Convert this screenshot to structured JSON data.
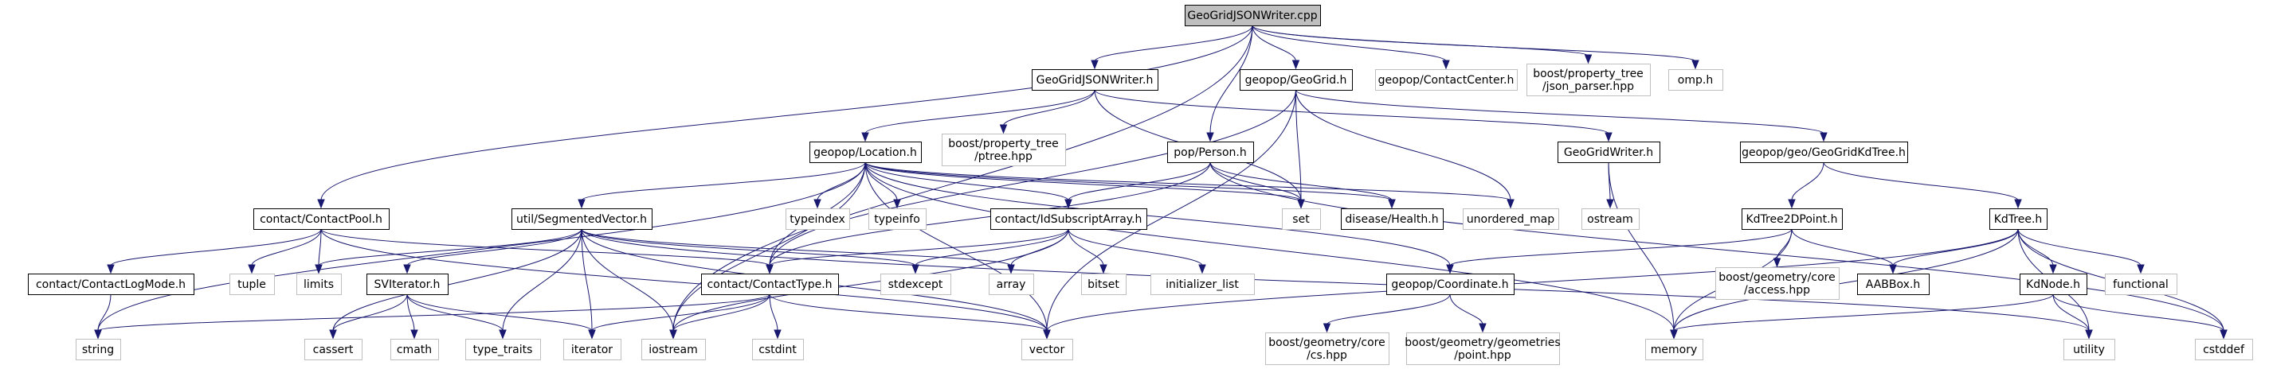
{
  "graph": {
    "nodes": [
      {
        "id": "root",
        "lines": [
          "GeoGridJSONWriter.cpp"
        ],
        "style": "root"
      },
      {
        "id": "GeoGridJSONWriter_h",
        "lines": [
          "GeoGridJSONWriter.h"
        ],
        "style": "doc"
      },
      {
        "id": "GeoGrid_h",
        "lines": [
          "geopop/GeoGrid.h"
        ],
        "style": "doc"
      },
      {
        "id": "ContactCenter_h",
        "lines": [
          "geopop/ContactCenter.h"
        ],
        "style": "ext"
      },
      {
        "id": "json_parser",
        "lines": [
          "boost/property_tree",
          "/json_parser.hpp"
        ],
        "style": "ext"
      },
      {
        "id": "omp_h",
        "lines": [
          "omp.h"
        ],
        "style": "ext"
      },
      {
        "id": "ContactPool_h",
        "lines": [
          "contact/ContactPool.h"
        ],
        "style": "doc"
      },
      {
        "id": "Location_h",
        "lines": [
          "geopop/Location.h"
        ],
        "style": "doc"
      },
      {
        "id": "ptree",
        "lines": [
          "boost/property_tree",
          "/ptree.hpp"
        ],
        "style": "ext"
      },
      {
        "id": "Person_h",
        "lines": [
          "pop/Person.h"
        ],
        "style": "doc"
      },
      {
        "id": "GeoGridWriter_h",
        "lines": [
          "GeoGridWriter.h"
        ],
        "style": "doc"
      },
      {
        "id": "GeoGridKdTree_h",
        "lines": [
          "geopop/geo/GeoGridKdTree.h"
        ],
        "style": "doc"
      },
      {
        "id": "SegmentedVector_h",
        "lines": [
          "util/SegmentedVector.h"
        ],
        "style": "doc"
      },
      {
        "id": "typeindex",
        "lines": [
          "typeindex"
        ],
        "style": "ext"
      },
      {
        "id": "typeinfo",
        "lines": [
          "typeinfo"
        ],
        "style": "ext"
      },
      {
        "id": "IdSubscriptArray_h",
        "lines": [
          "contact/IdSubscriptArray.h"
        ],
        "style": "doc"
      },
      {
        "id": "set",
        "lines": [
          "set"
        ],
        "style": "ext"
      },
      {
        "id": "Health_h",
        "lines": [
          "disease/Health.h"
        ],
        "style": "doc"
      },
      {
        "id": "unordered_map",
        "lines": [
          "unordered_map"
        ],
        "style": "ext"
      },
      {
        "id": "ostream",
        "lines": [
          "ostream"
        ],
        "style": "ext"
      },
      {
        "id": "KdTree2DPoint_h",
        "lines": [
          "KdTree2DPoint.h"
        ],
        "style": "doc"
      },
      {
        "id": "KdTree_h",
        "lines": [
          "KdTree.h"
        ],
        "style": "doc"
      },
      {
        "id": "ContactLogMode_h",
        "lines": [
          "contact/ContactLogMode.h"
        ],
        "style": "doc"
      },
      {
        "id": "tuple",
        "lines": [
          "tuple"
        ],
        "style": "ext"
      },
      {
        "id": "limits",
        "lines": [
          "limits"
        ],
        "style": "ext"
      },
      {
        "id": "SVIterator_h",
        "lines": [
          "SVIterator.h"
        ],
        "style": "doc"
      },
      {
        "id": "ContactType_h",
        "lines": [
          "contact/ContactType.h"
        ],
        "style": "doc"
      },
      {
        "id": "stdexcept",
        "lines": [
          "stdexcept"
        ],
        "style": "ext"
      },
      {
        "id": "array",
        "lines": [
          "array"
        ],
        "style": "ext"
      },
      {
        "id": "bitset",
        "lines": [
          "bitset"
        ],
        "style": "ext"
      },
      {
        "id": "initializer_list",
        "lines": [
          "initializer_list"
        ],
        "style": "ext"
      },
      {
        "id": "Coordinate_h",
        "lines": [
          "geopop/Coordinate.h"
        ],
        "style": "doc"
      },
      {
        "id": "access_hpp",
        "lines": [
          "boost/geometry/core",
          "/access.hpp"
        ],
        "style": "ext"
      },
      {
        "id": "AABBox_h",
        "lines": [
          "AABBox.h"
        ],
        "style": "doc"
      },
      {
        "id": "functional",
        "lines": [
          "functional"
        ],
        "style": "ext"
      },
      {
        "id": "KdNode_h",
        "lines": [
          "KdNode.h"
        ],
        "style": "doc"
      },
      {
        "id": "string",
        "lines": [
          "string"
        ],
        "style": "ext"
      },
      {
        "id": "cassert",
        "lines": [
          "cassert"
        ],
        "style": "ext"
      },
      {
        "id": "cmath",
        "lines": [
          "cmath"
        ],
        "style": "ext"
      },
      {
        "id": "type_traits",
        "lines": [
          "type_traits"
        ],
        "style": "ext"
      },
      {
        "id": "iterator",
        "lines": [
          "iterator"
        ],
        "style": "ext"
      },
      {
        "id": "iostream",
        "lines": [
          "iostream"
        ],
        "style": "ext"
      },
      {
        "id": "cstdint",
        "lines": [
          "cstdint"
        ],
        "style": "ext"
      },
      {
        "id": "vector",
        "lines": [
          "vector"
        ],
        "style": "ext"
      },
      {
        "id": "cs_hpp",
        "lines": [
          "boost/geometry/core",
          "/cs.hpp"
        ],
        "style": "ext"
      },
      {
        "id": "point_hpp",
        "lines": [
          "boost/geometry/geometries",
          "/point.hpp"
        ],
        "style": "ext"
      },
      {
        "id": "memory",
        "lines": [
          "memory"
        ],
        "style": "ext"
      },
      {
        "id": "utility",
        "lines": [
          "utility"
        ],
        "style": "ext"
      },
      {
        "id": "cstddef",
        "lines": [
          "cstddef"
        ],
        "style": "ext"
      }
    ],
    "edges": [
      [
        "root",
        "GeoGridJSONWriter_h"
      ],
      [
        "root",
        "GeoGrid_h"
      ],
      [
        "root",
        "ContactCenter_h"
      ],
      [
        "root",
        "json_parser"
      ],
      [
        "root",
        "omp_h"
      ],
      [
        "root",
        "ContactPool_h"
      ],
      [
        "root",
        "Person_h"
      ],
      [
        "root",
        "iostream"
      ],
      [
        "GeoGridJSONWriter_h",
        "Location_h"
      ],
      [
        "GeoGridJSONWriter_h",
        "ptree"
      ],
      [
        "GeoGridJSONWriter_h",
        "GeoGridWriter_h"
      ],
      [
        "GeoGridJSONWriter_h",
        "set"
      ],
      [
        "GeoGrid_h",
        "GeoGridKdTree_h"
      ],
      [
        "GeoGrid_h",
        "set"
      ],
      [
        "GeoGrid_h",
        "unordered_map"
      ],
      [
        "GeoGrid_h",
        "ContactType_h"
      ],
      [
        "GeoGrid_h",
        "vector"
      ],
      [
        "Location_h",
        "SegmentedVector_h"
      ],
      [
        "Location_h",
        "typeindex"
      ],
      [
        "Location_h",
        "typeinfo"
      ],
      [
        "Location_h",
        "IdSubscriptArray_h"
      ],
      [
        "Location_h",
        "set"
      ],
      [
        "Location_h",
        "Health_h"
      ],
      [
        "Location_h",
        "unordered_map"
      ],
      [
        "Location_h",
        "string"
      ],
      [
        "Location_h",
        "ContactType_h"
      ],
      [
        "Location_h",
        "Coordinate_h"
      ],
      [
        "Location_h",
        "iostream"
      ],
      [
        "Location_h",
        "vector"
      ],
      [
        "Location_h",
        "memory"
      ],
      [
        "Person_h",
        "IdSubscriptArray_h"
      ],
      [
        "Person_h",
        "ContactType_h"
      ],
      [
        "Person_h",
        "Health_h"
      ],
      [
        "Person_h",
        "set"
      ],
      [
        "Person_h",
        "cstddef"
      ],
      [
        "GeoGridWriter_h",
        "ostream"
      ],
      [
        "GeoGridWriter_h",
        "memory"
      ],
      [
        "GeoGridKdTree_h",
        "KdTree2DPoint_h"
      ],
      [
        "GeoGridKdTree_h",
        "KdTree_h"
      ],
      [
        "ContactPool_h",
        "ContactLogMode_h"
      ],
      [
        "ContactPool_h",
        "tuple"
      ],
      [
        "ContactPool_h",
        "limits"
      ],
      [
        "ContactPool_h",
        "ContactType_h"
      ],
      [
        "ContactPool_h",
        "vector"
      ],
      [
        "SegmentedVector_h",
        "SVIterator_h"
      ],
      [
        "SegmentedVector_h",
        "limits"
      ],
      [
        "SegmentedVector_h",
        "stdexcept"
      ],
      [
        "SegmentedVector_h",
        "array"
      ],
      [
        "SegmentedVector_h",
        "cassert"
      ],
      [
        "SegmentedVector_h",
        "type_traits"
      ],
      [
        "SegmentedVector_h",
        "iterator"
      ],
      [
        "SegmentedVector_h",
        "iostream"
      ],
      [
        "SegmentedVector_h",
        "vector"
      ],
      [
        "SegmentedVector_h",
        "utility"
      ],
      [
        "IdSubscriptArray_h",
        "ContactType_h"
      ],
      [
        "IdSubscriptArray_h",
        "stdexcept"
      ],
      [
        "IdSubscriptArray_h",
        "array"
      ],
      [
        "IdSubscriptArray_h",
        "bitset"
      ],
      [
        "IdSubscriptArray_h",
        "initializer_list"
      ],
      [
        "IdSubscriptArray_h",
        "iostream"
      ],
      [
        "KdTree2DPoint_h",
        "Coordinate_h"
      ],
      [
        "KdTree2DPoint_h",
        "access_hpp"
      ],
      [
        "KdTree2DPoint_h",
        "AABBox_h"
      ],
      [
        "KdTree2DPoint_h",
        "memory"
      ],
      [
        "KdTree_h",
        "AABBox_h"
      ],
      [
        "KdTree_h",
        "functional"
      ],
      [
        "KdTree_h",
        "KdNode_h"
      ],
      [
        "KdTree_h",
        "memory"
      ],
      [
        "KdTree_h",
        "utility"
      ],
      [
        "KdTree_h",
        "vector"
      ],
      [
        "KdTree_h",
        "cstddef"
      ],
      [
        "ContactLogMode_h",
        "string"
      ],
      [
        "SVIterator_h",
        "cassert"
      ],
      [
        "SVIterator_h",
        "cmath"
      ],
      [
        "SVIterator_h",
        "type_traits"
      ],
      [
        "SVIterator_h",
        "iterator"
      ],
      [
        "ContactType_h",
        "string"
      ],
      [
        "ContactType_h",
        "iterator"
      ],
      [
        "ContactType_h",
        "iostream"
      ],
      [
        "ContactType_h",
        "cstdint"
      ],
      [
        "ContactType_h",
        "vector"
      ],
      [
        "Coordinate_h",
        "cs_hpp"
      ],
      [
        "Coordinate_h",
        "point_hpp"
      ],
      [
        "KdNode_h",
        "memory"
      ],
      [
        "KdNode_h",
        "utility"
      ],
      [
        "KdNode_h",
        "cstddef"
      ]
    ]
  }
}
